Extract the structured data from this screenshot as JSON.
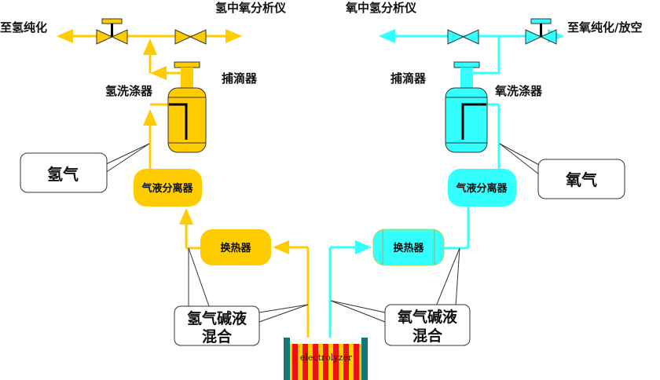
{
  "colors": {
    "hydrogen": "#FFCC00",
    "oxygen": "#33FFFF",
    "stripe_red": "#EE1111",
    "end_plate": "#117777"
  },
  "hydrogen": {
    "to_purification": "至氢纯化",
    "analyzer": "氢中氧分析仪",
    "washer": "氢洗涤器",
    "demister": "捕滴器",
    "gas_callout": "氢气",
    "separator": "气液分离器",
    "heat_exchanger": "换热器",
    "mixture_line1": "氢气碱液",
    "mixture_line2": "混合"
  },
  "oxygen": {
    "to_purification": "至氧纯化/放空",
    "analyzer": "氧中氢分析仪",
    "washer": "氧洗涤器",
    "demister": "捕滴器",
    "gas_callout": "氧气",
    "separator": "气液分离器",
    "heat_exchanger": "换热器",
    "mixture_line1": "氧气碱液",
    "mixture_line2": "混合"
  },
  "electrolyzer": "electrolyzer"
}
